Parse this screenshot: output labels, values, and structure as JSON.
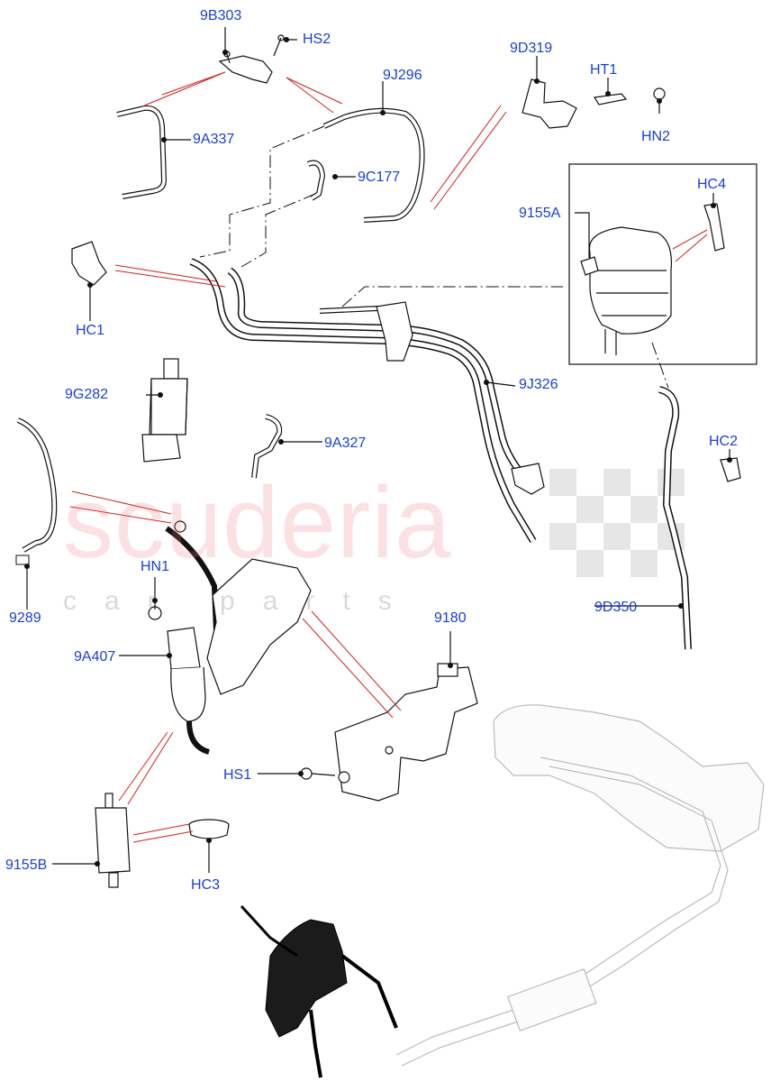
{
  "watermark": {
    "brand": "scuderia",
    "tagline": "car parts"
  },
  "parts": {
    "p9B303": "9B303",
    "pHS2": "HS2",
    "p9D319": "9D319",
    "pHT1": "HT1",
    "pHN2": "HN2",
    "p9J296": "9J296",
    "p9A337": "9A337",
    "p9C177": "9C177",
    "p9155A": "9155A",
    "pHC4": "HC4",
    "pHC1": "HC1",
    "p9G282": "9G282",
    "p9J326": "9J326",
    "p9A327": "9A327",
    "pHC2": "HC2",
    "pHN1": "HN1",
    "p9289": "9289",
    "p9D350": "9D350",
    "p9180": "9180",
    "p9A407": "9A407",
    "pHS1": "HS1",
    "p9155B": "9155B",
    "pHC3": "HC3"
  },
  "colors": {
    "label": "#1a3fd6",
    "leader": "#d22020",
    "line": "#111111"
  }
}
